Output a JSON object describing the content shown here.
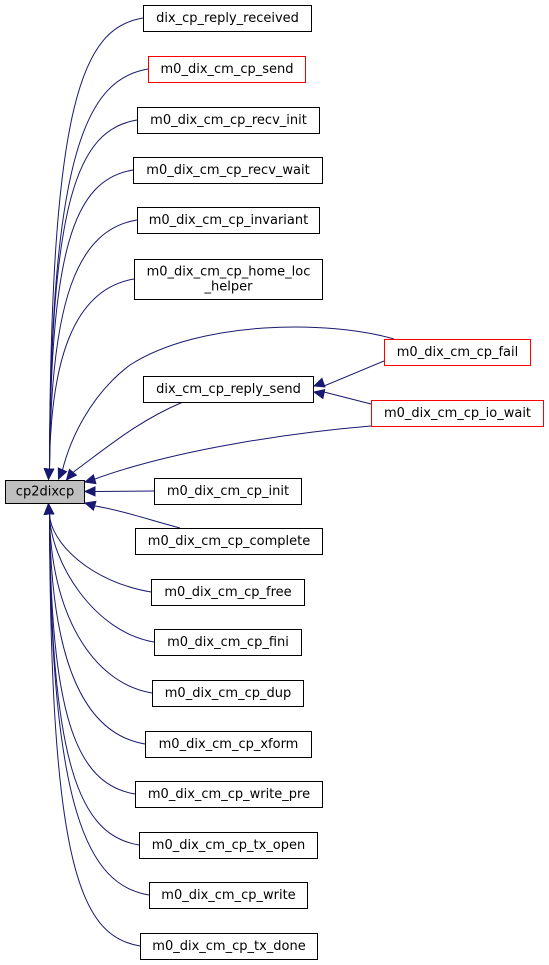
{
  "graph": {
    "colors": {
      "edge": "#191970",
      "root_fill": "#bfbfbf",
      "node_border": "#000000",
      "node_border_link": "#ff0000",
      "node_fill": "#ffffff"
    },
    "nodes": [
      {
        "id": "cp2dixcp",
        "lines": [
          "cp2dixcp"
        ],
        "border": "black",
        "root": true
      },
      {
        "id": "dix_cp_reply_received",
        "lines": [
          "dix_cp_reply_received"
        ],
        "border": "black"
      },
      {
        "id": "m0_dix_cm_cp_send",
        "lines": [
          "m0_dix_cm_cp_send"
        ],
        "border": "red"
      },
      {
        "id": "m0_dix_cm_cp_recv_init",
        "lines": [
          "m0_dix_cm_cp_recv_init"
        ],
        "border": "black"
      },
      {
        "id": "m0_dix_cm_cp_recv_wait",
        "lines": [
          "m0_dix_cm_cp_recv_wait"
        ],
        "border": "black"
      },
      {
        "id": "m0_dix_cm_cp_invariant",
        "lines": [
          "m0_dix_cm_cp_invariant"
        ],
        "border": "black"
      },
      {
        "id": "m0_dix_cm_cp_home_loc_helper",
        "lines": [
          "m0_dix_cm_cp_home_loc",
          "_helper"
        ],
        "border": "black"
      },
      {
        "id": "m0_dix_cm_cp_fail",
        "lines": [
          "m0_dix_cm_cp_fail"
        ],
        "border": "red"
      },
      {
        "id": "dix_cm_cp_reply_send",
        "lines": [
          "dix_cm_cp_reply_send"
        ],
        "border": "black"
      },
      {
        "id": "m0_dix_cm_cp_io_wait",
        "lines": [
          "m0_dix_cm_cp_io_wait"
        ],
        "border": "red"
      },
      {
        "id": "m0_dix_cm_cp_init",
        "lines": [
          "m0_dix_cm_cp_init"
        ],
        "border": "black"
      },
      {
        "id": "m0_dix_cm_cp_complete",
        "lines": [
          "m0_dix_cm_cp_complete"
        ],
        "border": "black"
      },
      {
        "id": "m0_dix_cm_cp_free",
        "lines": [
          "m0_dix_cm_cp_free"
        ],
        "border": "black"
      },
      {
        "id": "m0_dix_cm_cp_fini",
        "lines": [
          "m0_dix_cm_cp_fini"
        ],
        "border": "black"
      },
      {
        "id": "m0_dix_cm_cp_dup",
        "lines": [
          "m0_dix_cm_cp_dup"
        ],
        "border": "black"
      },
      {
        "id": "m0_dix_cm_cp_xform",
        "lines": [
          "m0_dix_cm_cp_xform"
        ],
        "border": "black"
      },
      {
        "id": "m0_dix_cm_cp_write_pre",
        "lines": [
          "m0_dix_cm_cp_write_pre"
        ],
        "border": "black"
      },
      {
        "id": "m0_dix_cm_cp_tx_open",
        "lines": [
          "m0_dix_cm_cp_tx_open"
        ],
        "border": "black"
      },
      {
        "id": "m0_dix_cm_cp_write",
        "lines": [
          "m0_dix_cm_cp_write"
        ],
        "border": "black"
      },
      {
        "id": "m0_dix_cm_cp_tx_done",
        "lines": [
          "m0_dix_cm_cp_tx_done"
        ],
        "border": "black"
      }
    ],
    "edges": [
      {
        "from": "dix_cp_reply_received",
        "to": "cp2dixcp"
      },
      {
        "from": "m0_dix_cm_cp_send",
        "to": "cp2dixcp"
      },
      {
        "from": "m0_dix_cm_cp_recv_init",
        "to": "cp2dixcp"
      },
      {
        "from": "m0_dix_cm_cp_recv_wait",
        "to": "cp2dixcp"
      },
      {
        "from": "m0_dix_cm_cp_invariant",
        "to": "cp2dixcp"
      },
      {
        "from": "m0_dix_cm_cp_home_loc_helper",
        "to": "cp2dixcp"
      },
      {
        "from": "m0_dix_cm_cp_fail",
        "to": "cp2dixcp"
      },
      {
        "from": "dix_cm_cp_reply_send",
        "to": "cp2dixcp"
      },
      {
        "from": "m0_dix_cm_cp_io_wait",
        "to": "cp2dixcp"
      },
      {
        "from": "m0_dix_cm_cp_fail",
        "to": "dix_cm_cp_reply_send"
      },
      {
        "from": "m0_dix_cm_cp_io_wait",
        "to": "dix_cm_cp_reply_send"
      },
      {
        "from": "m0_dix_cm_cp_init",
        "to": "cp2dixcp"
      },
      {
        "from": "m0_dix_cm_cp_complete",
        "to": "cp2dixcp"
      },
      {
        "from": "m0_dix_cm_cp_free",
        "to": "cp2dixcp"
      },
      {
        "from": "m0_dix_cm_cp_fini",
        "to": "cp2dixcp"
      },
      {
        "from": "m0_dix_cm_cp_dup",
        "to": "cp2dixcp"
      },
      {
        "from": "m0_dix_cm_cp_xform",
        "to": "cp2dixcp"
      },
      {
        "from": "m0_dix_cm_cp_write_pre",
        "to": "cp2dixcp"
      },
      {
        "from": "m0_dix_cm_cp_tx_open",
        "to": "cp2dixcp"
      },
      {
        "from": "m0_dix_cm_cp_write",
        "to": "cp2dixcp"
      },
      {
        "from": "m0_dix_cm_cp_tx_done",
        "to": "cp2dixcp"
      }
    ]
  }
}
